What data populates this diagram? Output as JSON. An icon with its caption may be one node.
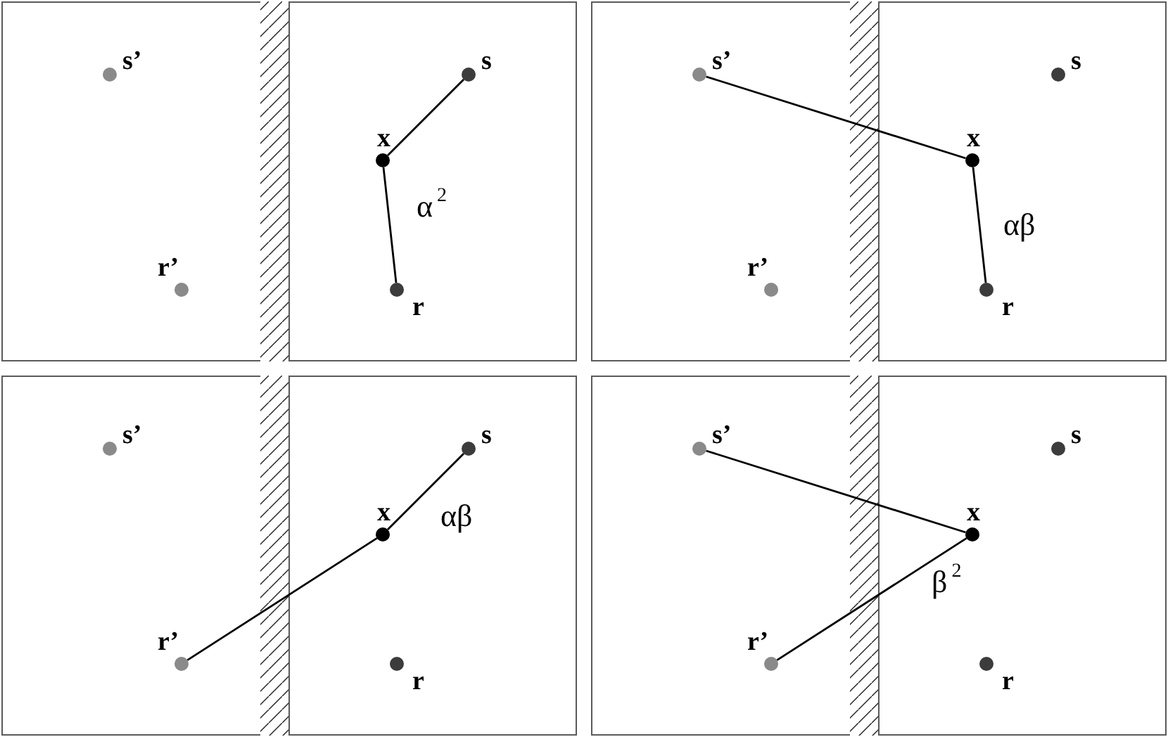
{
  "diagram": {
    "nodes": [
      {
        "text": [],
        "shape": "box"
      },
      {
        "text": [],
        "shape": "circle",
        "beside": [
          "s’"
        ],
        "in": 0
      },
      {
        "text": [],
        "shape": "circle",
        "beside": [
          "r’"
        ],
        "in": 0
      },
      {
        "text": [],
        "shape": "box"
      },
      {
        "text": [],
        "shape": "circle",
        "beside": [
          "s"
        ],
        "in": 3
      },
      {
        "text": [],
        "shape": "circle",
        "beside": [
          "x"
        ],
        "in": 3
      },
      {
        "text": [],
        "shape": "circle",
        "beside": [
          "r"
        ],
        "in": 3
      },
      {
        "text": [],
        "shape": "box"
      },
      {
        "text": [],
        "shape": "circle",
        "beside": [
          "s’"
        ],
        "in": 7
      },
      {
        "text": [],
        "shape": "circle",
        "beside": [
          "r’"
        ],
        "in": 7
      },
      {
        "text": [],
        "shape": "box"
      },
      {
        "text": [],
        "shape": "circle",
        "beside": [
          "s"
        ],
        "in": 10
      },
      {
        "text": [],
        "shape": "circle",
        "beside": [
          "x"
        ],
        "in": 10
      },
      {
        "text": [],
        "shape": "circle",
        "beside": [
          "r"
        ],
        "in": 10
      },
      {
        "text": [],
        "shape": "box"
      },
      {
        "text": [],
        "shape": "circle",
        "beside": [
          "s’"
        ],
        "in": 14
      },
      {
        "text": [],
        "shape": "circle",
        "beside": [
          "r’"
        ],
        "in": 14
      },
      {
        "text": [],
        "shape": "box"
      },
      {
        "text": [],
        "shape": "circle",
        "beside": [
          "s"
        ],
        "in": 17
      },
      {
        "text": [],
        "shape": "circle",
        "beside": [
          "x"
        ],
        "in": 17
      },
      {
        "text": [],
        "shape": "circle",
        "beside": [
          "r"
        ],
        "in": 17
      },
      {
        "text": [],
        "shape": "box"
      },
      {
        "text": [],
        "shape": "circle",
        "beside": [
          "s’"
        ],
        "in": 21
      },
      {
        "text": [],
        "shape": "circle",
        "beside": [
          "r’"
        ],
        "in": 21
      },
      {
        "text": [],
        "shape": "box"
      },
      {
        "text": [],
        "shape": "circle",
        "beside": [
          "s"
        ],
        "in": 24
      },
      {
        "text": [],
        "shape": "circle",
        "beside": [
          "x"
        ],
        "in": 24
      },
      {
        "text": [],
        "shape": "circle",
        "beside": [
          "r"
        ],
        "in": 24
      }
    ],
    "edges": [
      {
        "from": 4,
        "to": 5,
        "arrow": "none"
      },
      {
        "from": 5,
        "to": 6,
        "arrow": "none"
      },
      {
        "from": 8,
        "to": 12,
        "arrow": "none"
      },
      {
        "from": 12,
        "to": 13,
        "arrow": "none"
      },
      {
        "from": 18,
        "to": 19,
        "arrow": "none"
      },
      {
        "from": 19,
        "to": 16,
        "arrow": "none"
      },
      {
        "from": 22,
        "to": 26,
        "arrow": "none"
      },
      {
        "from": 26,
        "to": 23,
        "arrow": "none"
      }
    ],
    "labels": [
      "α$^{2}$",
      "αβ",
      "αβ",
      "β$^{2}$"
    ]
  }
}
